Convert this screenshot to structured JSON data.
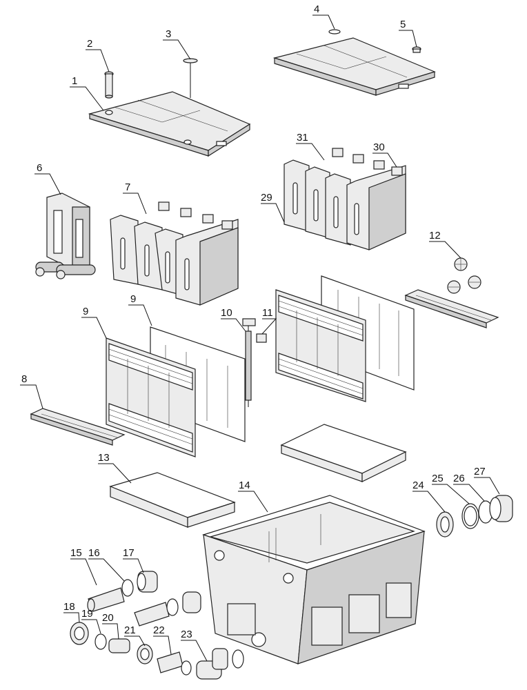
{
  "callouts": [
    {
      "id": "1",
      "text": "1"
    },
    {
      "id": "2",
      "text": "2"
    },
    {
      "id": "3",
      "text": "3"
    },
    {
      "id": "4",
      "text": "4"
    },
    {
      "id": "5",
      "text": "5"
    },
    {
      "id": "6",
      "text": "6"
    },
    {
      "id": "7",
      "text": "7"
    },
    {
      "id": "8",
      "text": "8"
    },
    {
      "id": "9a",
      "text": "9"
    },
    {
      "id": "9b",
      "text": "9"
    },
    {
      "id": "10",
      "text": "10"
    },
    {
      "id": "11",
      "text": "11"
    },
    {
      "id": "12",
      "text": "12"
    },
    {
      "id": "13",
      "text": "13"
    },
    {
      "id": "14",
      "text": "14"
    },
    {
      "id": "15",
      "text": "15"
    },
    {
      "id": "16",
      "text": "16"
    },
    {
      "id": "17",
      "text": "17"
    },
    {
      "id": "18",
      "text": "18"
    },
    {
      "id": "19",
      "text": "19"
    },
    {
      "id": "20",
      "text": "20"
    },
    {
      "id": "21",
      "text": "21"
    },
    {
      "id": "22",
      "text": "22"
    },
    {
      "id": "23",
      "text": "23"
    },
    {
      "id": "24",
      "text": "24"
    },
    {
      "id": "25",
      "text": "25"
    },
    {
      "id": "26",
      "text": "26"
    },
    {
      "id": "27",
      "text": "27"
    },
    {
      "id": "29",
      "text": "29"
    },
    {
      "id": "30",
      "text": "30"
    },
    {
      "id": "31",
      "text": "31"
    }
  ]
}
